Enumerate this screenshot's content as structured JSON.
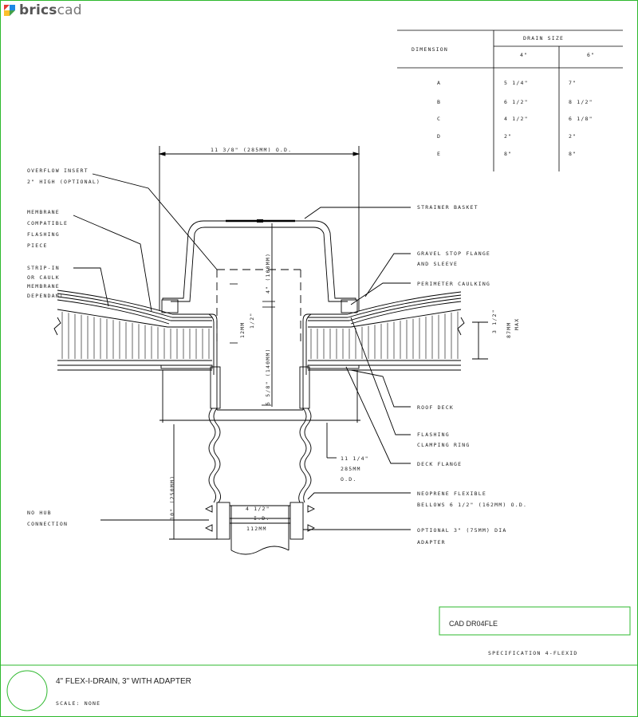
{
  "app": {
    "brand_bold": "brics",
    "brand_light": "cad"
  },
  "table": {
    "col_dimension": "DIMENSION",
    "col_drain_size": "DRAIN SIZE",
    "sizes": [
      "4\"",
      "6\""
    ],
    "rows": [
      {
        "dim": "A",
        "v4": "5 1/4\"",
        "v6": "7\""
      },
      {
        "dim": "B",
        "v4": "6 1/2\"",
        "v6": "8 1/2\""
      },
      {
        "dim": "C",
        "v4": "4 1/2\"",
        "v6": "6 1/8\""
      },
      {
        "dim": "D",
        "v4": "2\"",
        "v6": "2\""
      },
      {
        "dim": "E",
        "v4": "8\"",
        "v6": "8\""
      }
    ]
  },
  "callouts": {
    "top_dim": "11 3/8\" (285MM) O.D.",
    "overflow1": "OVERFLOW INSERT",
    "overflow2": "2\" HIGH (OPTIONAL)",
    "membrane1": "MEMBRANE",
    "membrane2": "COMPATIBLE",
    "membrane3": "FLASHING",
    "membrane4": "PIECE",
    "strip1": "STRIP-IN",
    "strip2": "OR CAULK",
    "strip3": "MEMBRANE",
    "strip4": "DEPENDANT",
    "strainer": "STRAINER BASKET",
    "gravel1": "GRAVEL STOP FLANGE",
    "gravel2": "AND SLEEVE",
    "perimeter": "PERIMETER CAULKING",
    "dim_4in": "4\" (100MM)",
    "dim_12mm": "12MM",
    "dim_half": "1/2\"",
    "dim_55": "5 5/8\" (140MM)",
    "dim_3half": "3 1/2\"",
    "dim_87": "87MM",
    "dim_max": "MAX",
    "roofdeck": "ROOF DECK",
    "flashing1": "FLASHING",
    "flashing2": "CLAMPING RING",
    "deckflange": "DECK FLANGE",
    "dim_11q1": "11 1/4\"",
    "dim_11q2": "285MM",
    "dim_11q3": "O.D.",
    "dim_10": "10\" (250MM)",
    "neo1": "NEOPRENE FLEXIBLE",
    "neo2": "BELLOWS 6 1/2\" (162MM) O.D.",
    "nohub1": "NO HUB",
    "nohub2": "CONNECTION",
    "dim_4half": "4 1/2\"",
    "dim_id": "I.D.",
    "dim_112": "112MM",
    "opt1": "OPTIONAL 3\" (75MM) DIA",
    "opt2": "ADAPTER"
  },
  "title_block": {
    "code": "CAD DR04FLE",
    "spec": "SPECIFICATION 4-FLEXID",
    "title": "4\" FLEX-I-DRAIN, 3\" WITH ADAPTER",
    "scale": "SCALE: NONE"
  },
  "colors": {
    "frame": "#2db82d",
    "line": "#000000",
    "text": "#222222"
  }
}
